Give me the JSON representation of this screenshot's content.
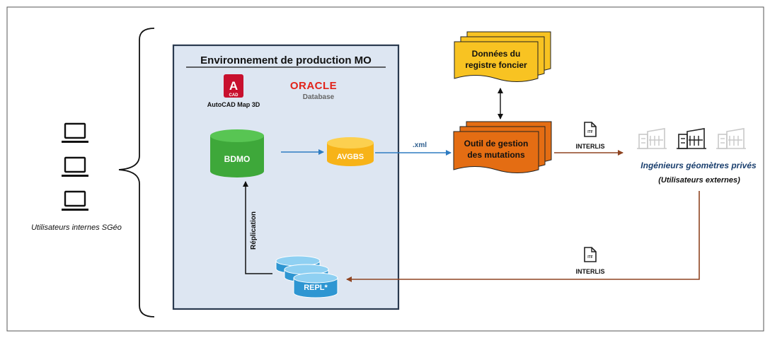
{
  "environment": {
    "title": "Environnement de production MO"
  },
  "internal_users": {
    "label": "Utilisateurs internes SGéo",
    "device_icon": "laptop-icon"
  },
  "software": {
    "autocad": {
      "badge_letter": "A",
      "badge_sub": "CAD",
      "label": "AutoCAD Map 3D"
    },
    "oracle": {
      "brand": "ORACLE",
      "sub": "Database"
    }
  },
  "databases": {
    "bdmo": "BDMO",
    "avgbs": "AVGBS",
    "repl": "REPL*"
  },
  "replication_label": "Réplication",
  "xml_label": ".xml",
  "registre": {
    "line1": "Données du",
    "line2": "registre foncier"
  },
  "outil": {
    "line1": "Outil de gestion",
    "line2": "des mutations"
  },
  "interlis": {
    "file_tag": "ITF",
    "label_top": "INTERLIS",
    "label_bottom": "INTERLIS"
  },
  "external_users": {
    "line1": "Ingénieurs géomètres privés",
    "line2": "(Utilisateurs externes)",
    "building_icon": "building-icon"
  },
  "colors": {
    "panel_fill": "#dde6f2",
    "panel_border": "#2a3a4f",
    "bdmo_green": "#3ea83a",
    "avgbs_yellow": "#f7b318",
    "repl_blue": "#2e96d2",
    "registre_yellow": "#f8c322",
    "outil_orange": "#e46d13",
    "blue_arrow": "#2e7cc2",
    "brown_arrow": "#8f4421",
    "autocad_red": "#c8102e",
    "oracle_red": "#e2231a"
  }
}
